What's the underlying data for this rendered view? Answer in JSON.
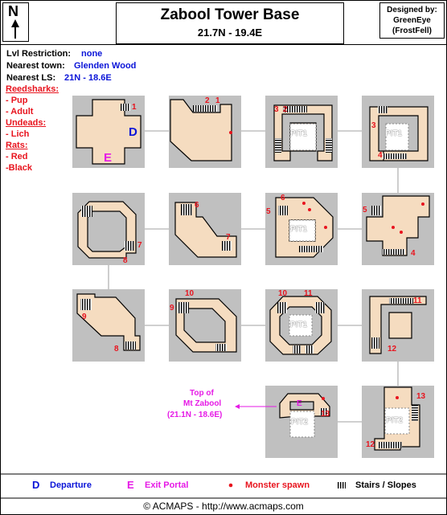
{
  "title": "Zabool Tower Base",
  "coords": "21.7N - 19.4E",
  "designer": {
    "line1": "Designed by:",
    "line2": "GreenEye",
    "line3": "(FrostFell)"
  },
  "compass": "N",
  "info": {
    "lvl_label": "Lvl Restriction:",
    "lvl_value": "none",
    "town_label": "Nearest town:",
    "town_value": "Glenden Wood",
    "ls_label": "Nearest LS:",
    "ls_value": "21N - 18.6E"
  },
  "monsters": [
    {
      "group": "Reedsharks:",
      "items": [
        "- Pup",
        "- Adult"
      ]
    },
    {
      "group": "Undeads:",
      "items": [
        "- Lich"
      ]
    },
    {
      "group": "Rats:",
      "items": [
        "- Red",
        "-Black"
      ]
    }
  ],
  "exit_note": {
    "line1": "Top of",
    "line2": "Mt Zabool",
    "line3": "(21.1N - 18.6E)"
  },
  "markers": {
    "departure": "D",
    "exit": "E",
    "pit1": "PIT1",
    "pit2": "PIT2"
  },
  "stair_numbers": {
    "r0c0": [
      "1"
    ],
    "r0c1": [
      "2",
      "1"
    ],
    "r0c2": [
      "3",
      "2"
    ],
    "r0c3": [
      "3",
      "4"
    ],
    "r1c1": [
      "6",
      "7"
    ],
    "r1c2": [
      "6",
      "5"
    ],
    "r1c3": [
      "5",
      "4"
    ],
    "r1c0": [
      "7",
      "8"
    ],
    "r2c0": [
      "9",
      "8"
    ],
    "r2c1": [
      "10",
      "9"
    ],
    "r2c2": [
      "10",
      "11"
    ],
    "r2c3": [
      "11",
      "12"
    ],
    "r3c2": [
      "13"
    ],
    "r3c3": [
      "13",
      "12"
    ]
  },
  "legend": {
    "departure_symbol": "D",
    "departure": "Departure",
    "exit_symbol": "E",
    "exit": "Exit Portal",
    "spawn": "Monster spawn",
    "stairs": "Stairs / Slopes"
  },
  "footer": "© ACMAPS - http://www.acmaps.com",
  "colors": {
    "floor": "#f5dcc0",
    "room_bg": "#c0c0c0",
    "wall": "#000000",
    "red": "#e8141e",
    "blue": "#0a14d8",
    "magenta": "#e61ae6"
  }
}
